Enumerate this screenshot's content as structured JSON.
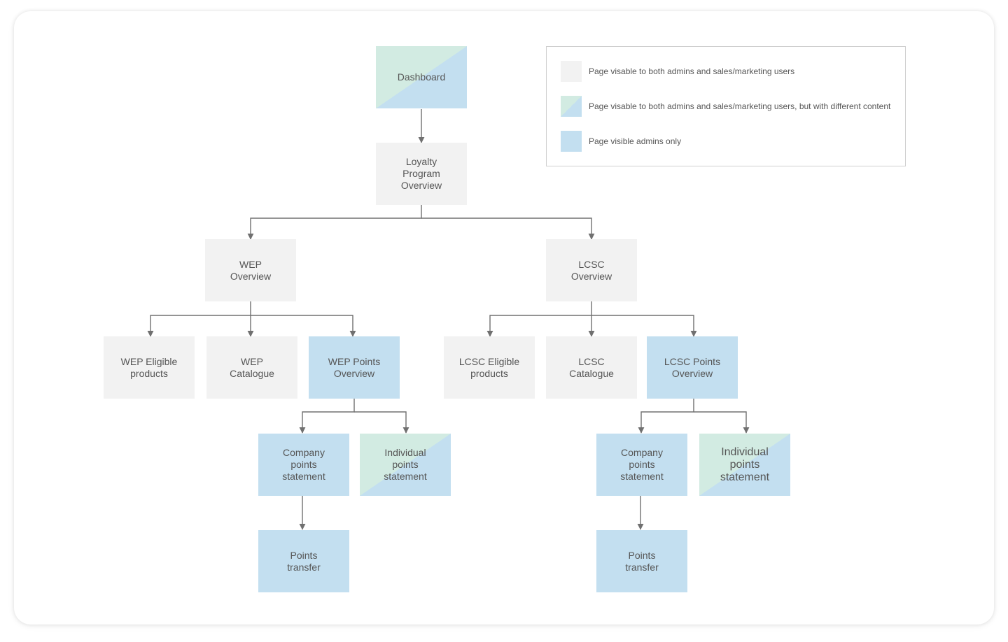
{
  "nodes": {
    "dashboard": "Dashboard",
    "loyalty": "Loyalty\nProgram\nOverview",
    "wep_overview": "WEP\nOverview",
    "lcsc_overview": "LCSC\nOverview",
    "wep_eligible": "WEP Eligible\nproducts",
    "wep_catalogue": "WEP\nCatalogue",
    "wep_points": "WEP Points\nOverview",
    "lcsc_eligible": "LCSC Eligible\nproducts",
    "lcsc_catalogue": "LCSC\nCatalogue",
    "lcsc_points": "LCSC Points\nOverview",
    "wep_company": "Company\npoints\nstatement",
    "wep_individual": "Individual\npoints\nstatement",
    "wep_transfer": "Points\ntransfer",
    "lcsc_company": "Company\npoints\nstatement",
    "lcsc_individual": "Individual\npoints\nstatement",
    "lcsc_transfer": "Points\ntransfer"
  },
  "legend": {
    "both": "Page visable to both admins and sales/marketing users",
    "different": "Page visable to both admins and sales/marketing users, but with different content",
    "admins": "Page visible admins only"
  },
  "colors": {
    "gray": "#f2f2f2",
    "blue": "#c3dff0",
    "green": "#d2ebe2",
    "connector": "#707070"
  }
}
